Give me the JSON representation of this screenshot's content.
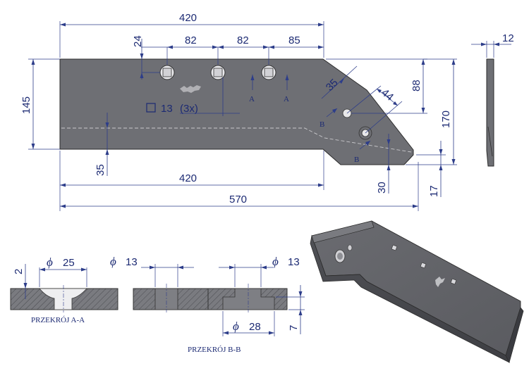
{
  "dimensions": {
    "total_length": "420",
    "top_chamfer_length": "420",
    "bottom_length": "570",
    "hole_first_offset": "24",
    "hole_spacing_1": "82",
    "hole_spacing_2": "82",
    "hole_to_bevel": "85",
    "height_left": "145",
    "height_right": "170",
    "edge_offset": "35",
    "bevel_hole_offset": "35",
    "bevel_hole_spacing": "44",
    "bevel_vertical": "88",
    "tip_height": "30",
    "tip_offset": "17",
    "thickness": "12",
    "square_hole": "13",
    "square_hole_count": "(3x)",
    "section_aa_top_depth": "2",
    "section_aa_diameter": "25",
    "section_bb_diameter_left": "13",
    "section_bb_diameter_right": "13",
    "section_bb_counterbore": "28",
    "section_bb_depth": "7",
    "diameter_symbol": "ϕ"
  },
  "labels": {
    "section_a_left": "A",
    "section_a_right": "A",
    "section_b_top": "B",
    "section_b_bottom": "B",
    "caption_aa": "PRZEKRÓJ A-A",
    "caption_bb": "PRZEKRÓJ B-B"
  },
  "colors": {
    "plate": "#6e6f74",
    "dimension": "#2d3d8a",
    "background": "#ffffff"
  }
}
